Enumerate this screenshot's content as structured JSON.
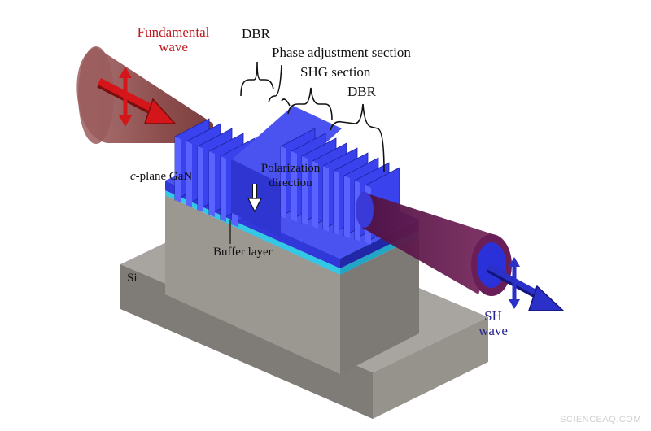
{
  "labels": {
    "fundamental_wave_line1": "Fundamental",
    "fundamental_wave_line2": "wave",
    "dbr_top": "DBR",
    "phase_adjustment": "Phase adjustment section",
    "shg_section": "SHG section",
    "dbr_right": "DBR",
    "c_plane_prefix": "c",
    "c_plane_rest": "-plane GaN",
    "polarization_line1": "Polarization",
    "polarization_line2": "direction",
    "buffer_layer": "Buffer layer",
    "si": "Si",
    "sh_wave_line1": "SH",
    "sh_wave_line2": "wave"
  },
  "watermark": "SCIENCEAQ.COM",
  "colors": {
    "fundamental_beam": "#8c4a4a",
    "fundamental_arrow": "#d4161b",
    "gan_blue": "#3a40e8",
    "buffer_cyan": "#33c8e6",
    "substrate_gray": "#8e8a84",
    "sh_beam": "#6c1e5a",
    "sh_arrow": "#2a30c8"
  }
}
